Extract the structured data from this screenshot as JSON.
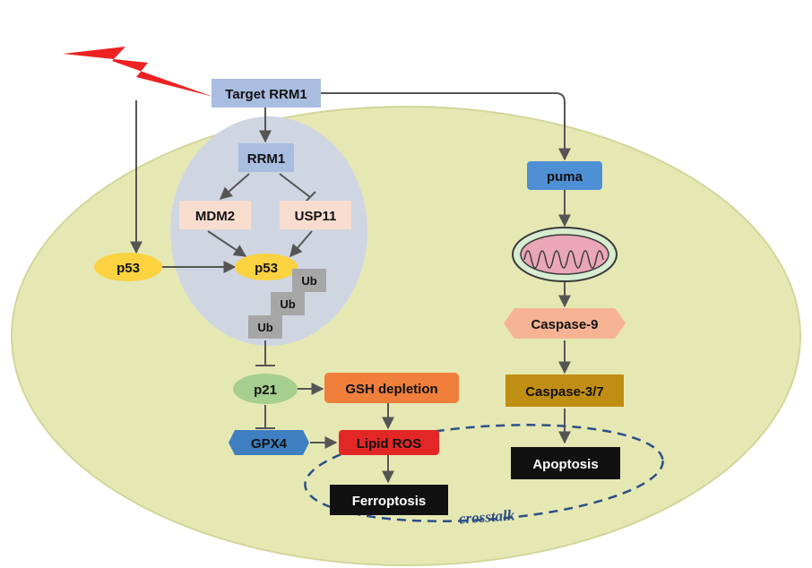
{
  "nodes": {
    "target_rrm1": "Target RRM1",
    "rrm1": "RRM1",
    "mdm2": "MDM2",
    "usp11": "USP11",
    "p53_outer": "p53",
    "p53_inner": "p53",
    "ub_1": "Ub",
    "ub_2": "Ub",
    "ub_3": "Ub",
    "p21": "p21",
    "gsh_depletion": "GSH depletion",
    "gpx4": "GPX4",
    "lipid_ros": "Lipid ROS",
    "ferroptosis": "Ferroptosis",
    "puma": "puma",
    "caspase9": "Caspase-9",
    "caspase37": "Caspase-3/7",
    "apoptosis": "Apoptosis",
    "crosstalk": "crosstalk"
  },
  "colors": {
    "cell_fill": "#e6e8b4",
    "cell_stroke": "#d3d69a",
    "nucleus_fill": "#cfd6e2",
    "blue_box": "#a9bde0",
    "pink_box": "#f8ddcf",
    "yellow_ellipse": "#fbd23f",
    "ub_box": "#a6a6a6",
    "green_ellipse": "#a6ce8e",
    "orange_box": "#ef7f3b",
    "blue_hex": "#3d7fc1",
    "red_box": "#e32626",
    "black_box": "#111111",
    "puma_box": "#4f8fd4",
    "caspase9_hex": "#f6b394",
    "caspase37_box": "#c08e12",
    "arrow": "#555555",
    "lightning": "#ee2222",
    "crosstalk_stroke": "#2d4f86"
  },
  "icons": {
    "stimulus": "lightning-bolt-icon",
    "organelle": "mitochondrion-icon"
  }
}
